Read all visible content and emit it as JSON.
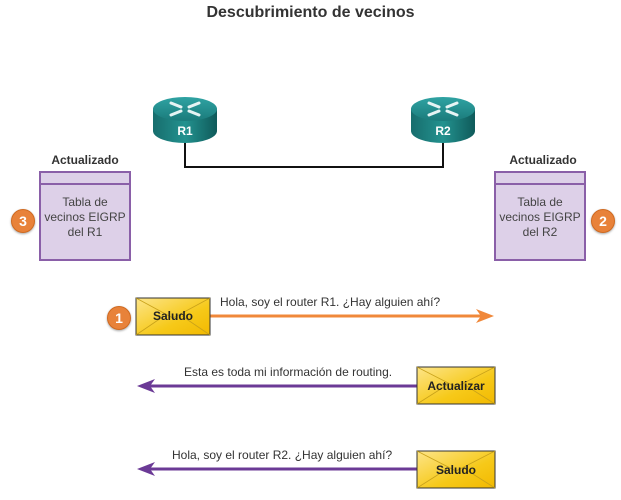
{
  "title": "Descubrimiento de vecinos",
  "routers": [
    {
      "label": "R1"
    },
    {
      "label": "R2"
    }
  ],
  "tables": [
    {
      "status": "Actualizado",
      "text_lines": [
        "Tabla de",
        "vecinos EIGRP",
        "del R1"
      ],
      "step": "3"
    },
    {
      "status": "Actualizado",
      "text_lines": [
        "Tabla de",
        "vecinos EIGRP",
        "del R2"
      ],
      "step": "2"
    }
  ],
  "messages": [
    {
      "step": "1",
      "envelope": "Saludo",
      "text": "Hola, soy el router R1. ¿Hay alguien ahí?",
      "direction": "right",
      "arrow_color": "#f0883a"
    },
    {
      "envelope": "Actualizar",
      "text": "Esta es toda mi información de routing.",
      "direction": "left",
      "arrow_color": "#6b3a96"
    },
    {
      "envelope": "Saludo",
      "text": "Hola, soy el router R2. ¿Hay alguien ahí?",
      "direction": "left",
      "arrow_color": "#6b3a96"
    }
  ],
  "colors": {
    "router": "#1f8a8a",
    "table_fill": "#ddd0e8",
    "table_border": "#8a5fa8",
    "envelope": "#f5c518",
    "badge": "#e8823a"
  }
}
